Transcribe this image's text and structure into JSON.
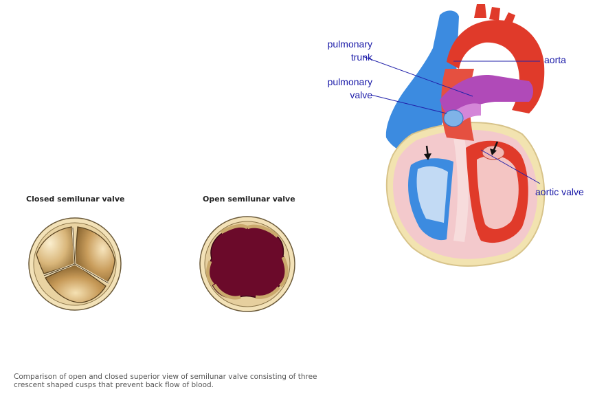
{
  "valves": {
    "closed_title": "Closed semilunar valve",
    "open_title": "Open semilunar valve"
  },
  "heart": {
    "labels": {
      "pulmonary_trunk": "pulmonary\ntrunk",
      "pulmonary_valve": "pulmonary\nvalve",
      "aorta": "aorta",
      "aortic_valve": "aortic valve"
    }
  },
  "caption": "Comparison of open and closed superior view of semilunar valve consisting of three crescent shaped cusps that prevent back flow of blood.",
  "colors": {
    "label": "#1a1aa8",
    "leader_line": "#2222aa",
    "ring_outer": "#f3e2b8",
    "ring_edge": "#6b5a3a",
    "cusp_light": "#f0dcae",
    "cusp_dark": "#9c7a40",
    "open_lumen": "#6b0a2a",
    "vena_blue": "#3c8be0",
    "artery_red": "#e03a2a",
    "pulmonary_purple": "#b04ab8",
    "myocardium_pink": "#f3c9cc"
  },
  "icons": {
    "arrow": "down-arrow-icon"
  }
}
